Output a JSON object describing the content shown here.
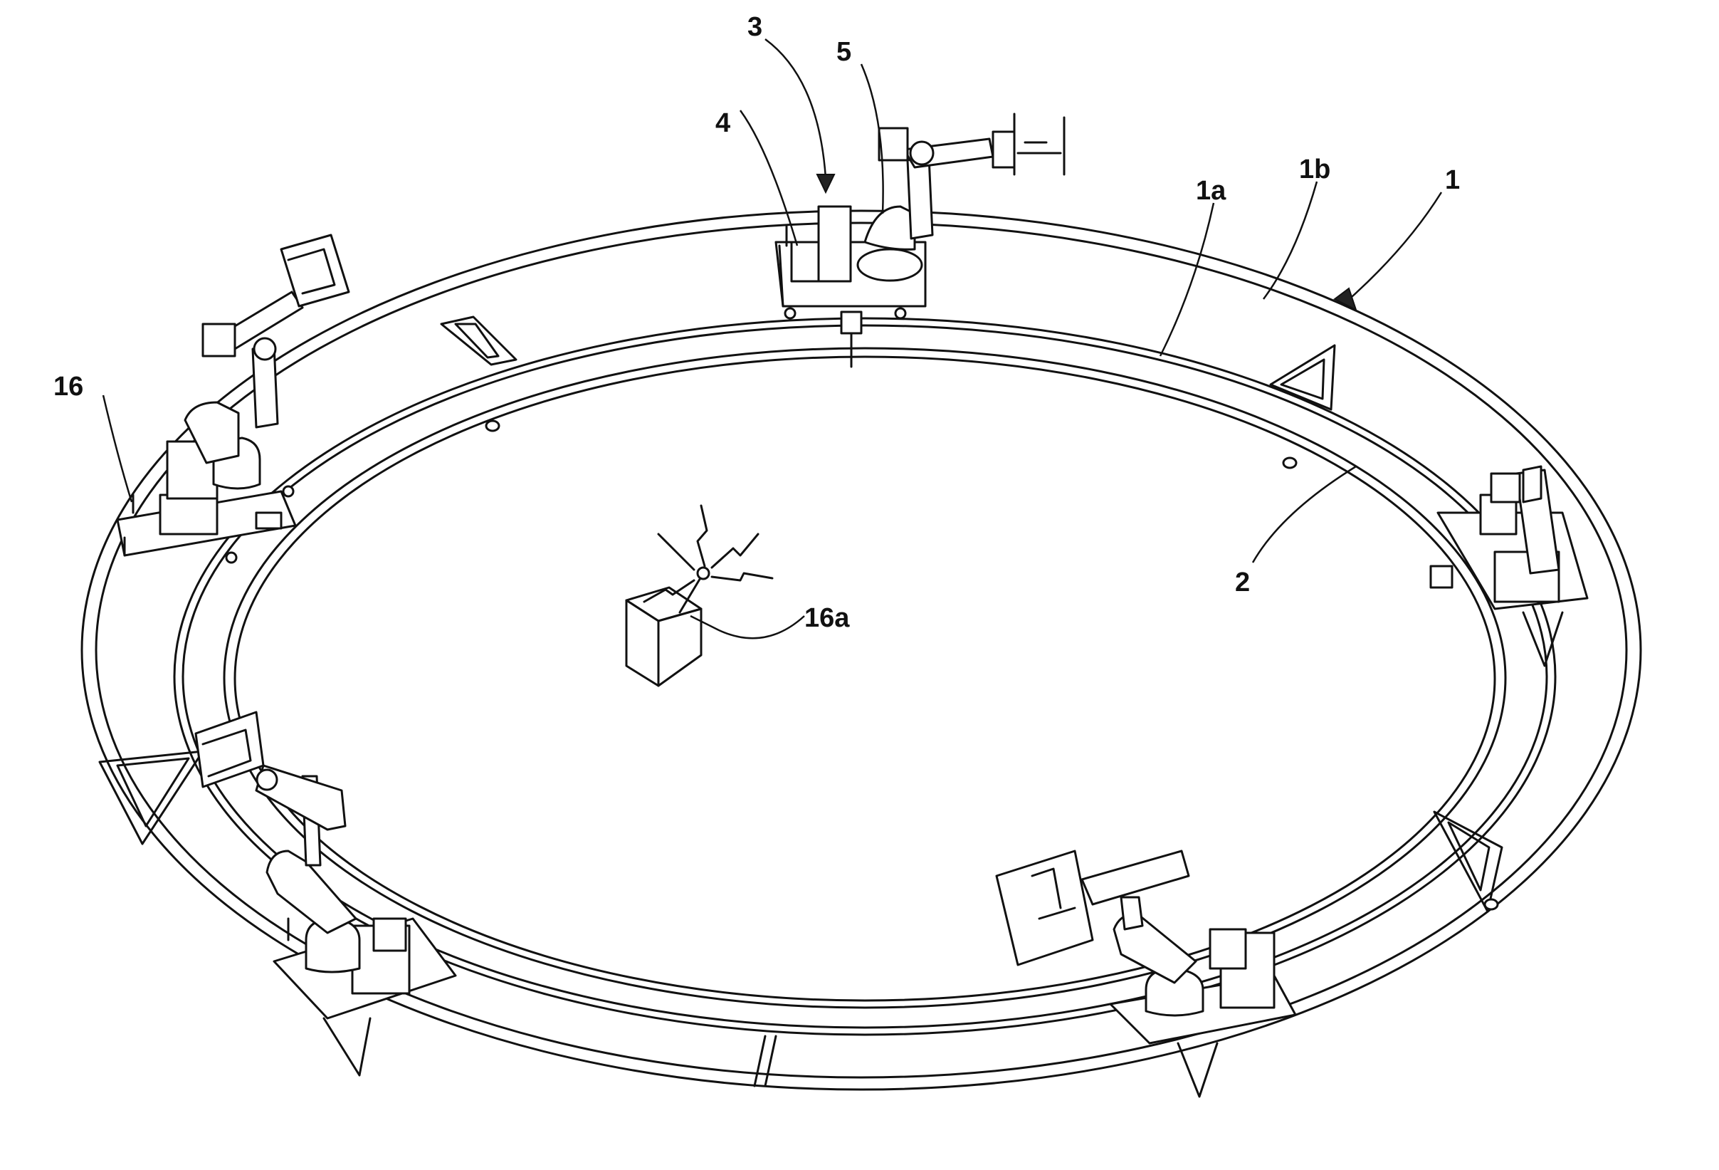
{
  "labels": {
    "rail_assembly": "1",
    "inner_rail": "1a",
    "outer_rail": "1b",
    "track_floor": "2",
    "robot_unit": "3",
    "controller_box": "4",
    "robot_arm": "5",
    "station": "16",
    "wireless_transmitter": "16a"
  }
}
